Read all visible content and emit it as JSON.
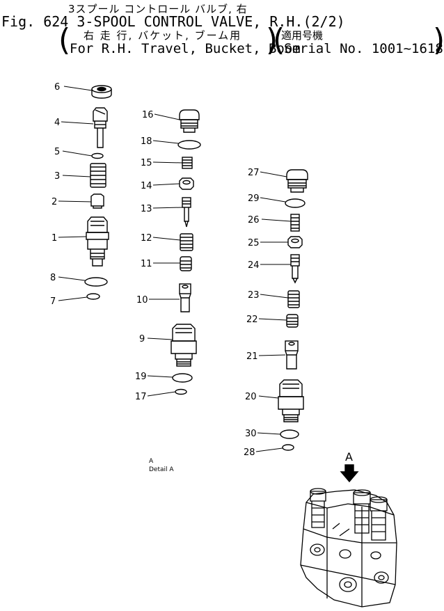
{
  "header": {
    "title_jp": "3スプール コントロール バルブ, 右",
    "title_main": "Fig. 624  3-SPOOL CONTROL VALVE, R.H.(2/2)",
    "subtitle_jp": "右 走 行, バケット, ブーム用",
    "serial_jp": "適用号機",
    "subtitle": "For R.H. Travel, Bucket, Boom",
    "serial": "Serial No. 1001~1618"
  },
  "callouts": {
    "c1": "1",
    "c2": "2",
    "c3": "3",
    "c4": "4",
    "c5": "5",
    "c6": "6",
    "c7": "7",
    "c8": "8",
    "c9": "9",
    "c10": "10",
    "c11": "11",
    "c12": "12",
    "c13": "13",
    "c14": "14",
    "c15": "15",
    "c16": "16",
    "c17": "17",
    "c18": "18",
    "c19": "19",
    "c20": "20",
    "c21": "21",
    "c22": "22",
    "c23": "23",
    "c24": "24",
    "c25": "25",
    "c26": "26",
    "c27": "27",
    "c28": "28",
    "c29": "29",
    "c30": "30"
  },
  "detail": {
    "marker": "A",
    "label": "Detail A",
    "arrow_label": "A"
  }
}
